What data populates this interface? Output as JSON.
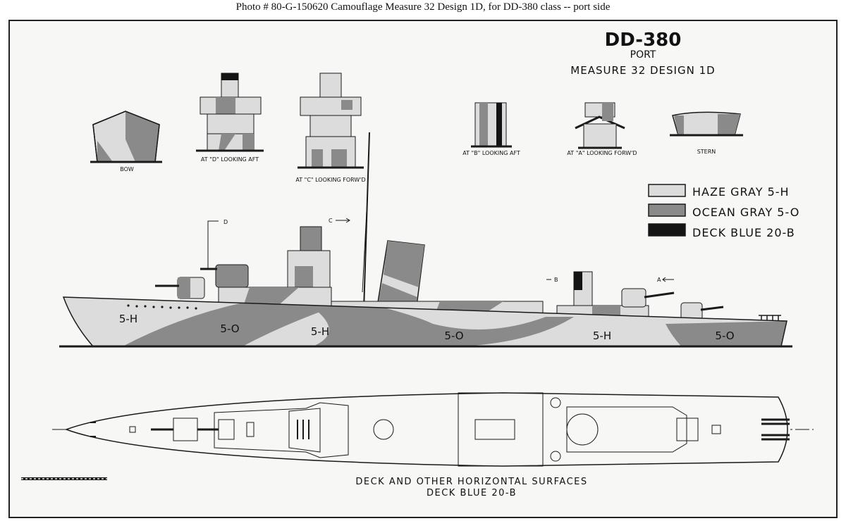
{
  "caption": "Photo # 80-G-150620    Camouflage Measure 32 Design 1D, for DD-380 class -- port side",
  "title_block": {
    "hull": "DD-380",
    "side": "PORT",
    "measure": "MEASURE 32  DESIGN 1D"
  },
  "sections": {
    "bow": "BOW",
    "at_d_aft": "AT \"D\" LOOKING AFT",
    "at_c_forwd": "AT \"C\" LOOKING FORW'D",
    "at_b_aft": "AT \"B\" LOOKING AFT",
    "at_a_forwd": "AT \"A\" LOOKING FORW'D",
    "stern": "STERN"
  },
  "markers": {
    "d": "D",
    "c": "C",
    "b": "B",
    "a": "A"
  },
  "legend": [
    {
      "label": "HAZE GRAY  5-H",
      "color": "#dcdcdc"
    },
    {
      "label": "OCEAN GRAY  5-O",
      "color": "#8a8a8a"
    },
    {
      "label": "DECK BLUE  20-B",
      "color": "#141414"
    }
  ],
  "hull_codes": {
    "h1": "5-H",
    "o1": "5-O",
    "h2": "5-H",
    "o2": "5-O",
    "h3": "5-H",
    "o3": "5-O"
  },
  "deck_note": {
    "line1": "DECK AND OTHER HORIZONTAL SURFACES",
    "line2": "DECK BLUE 20-B"
  },
  "colors": {
    "haze": "#dcdcdc",
    "ocean": "#8a8a8a",
    "deck_blue": "#141414",
    "line": "#1a1a1a"
  }
}
